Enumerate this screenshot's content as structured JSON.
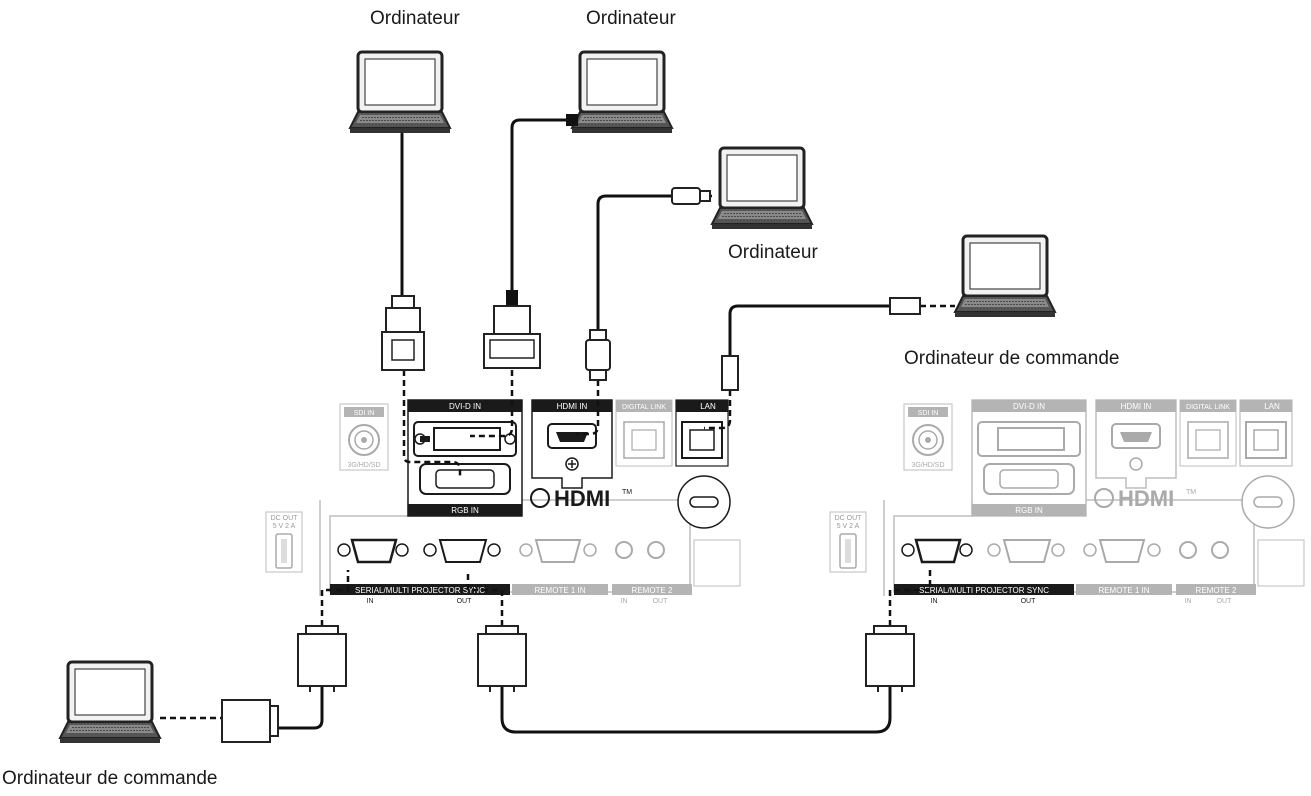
{
  "captions": {
    "computer_1": "Ordinateur",
    "computer_2": "Ordinateur",
    "computer_3": "Ordinateur",
    "control_computer_lan": "Ordinateur de commande",
    "control_computer_serial": "Ordinateur de commande"
  },
  "terminals": {
    "sdi_in": "SDI IN",
    "sdi_sub": "3G/HD/SD",
    "dvid_in": "DVI-D IN",
    "hdmi_in": "HDMI IN",
    "digital_link": "DIGITAL LINK",
    "lan": "LAN",
    "rgb_in": "RGB IN",
    "dc_out_1": "DC OUT",
    "dc_out_2": "5 V  2 A",
    "serial_sync": "SERIAL/MULTI PROJECTOR SYNC",
    "serial_in": "IN",
    "serial_out": "OUT",
    "remote1": "REMOTE 1 IN",
    "remote2": "REMOTE 2",
    "remote2_in": "IN",
    "remote2_out": "OUT",
    "hdmi_logo": "HDMI",
    "tm": "TM"
  },
  "colors": {
    "highlight": "#1a1a1a",
    "dim": "#b4b4b4",
    "cable": "#111111"
  }
}
